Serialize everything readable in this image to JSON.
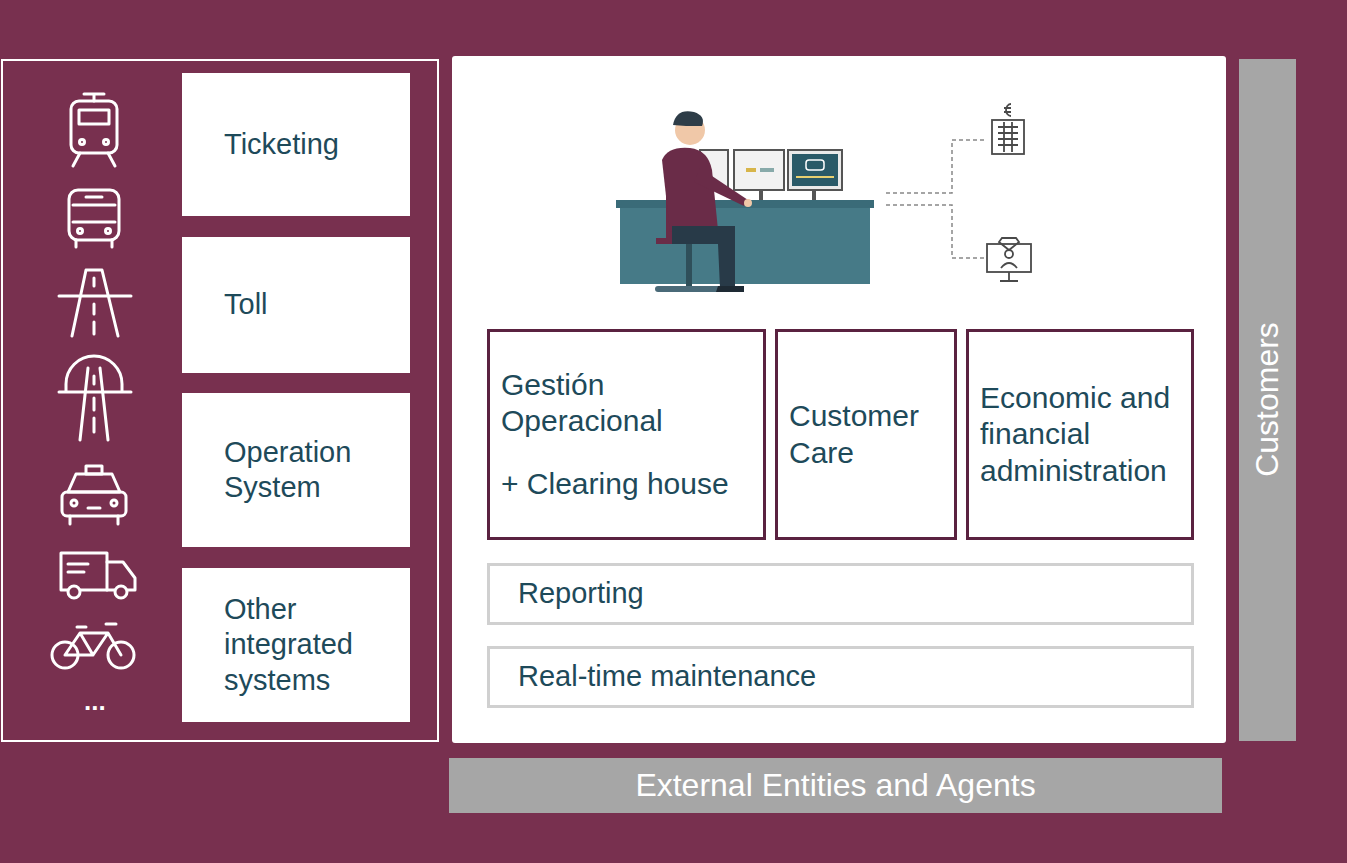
{
  "diagram": {
    "nodes": [
      {
        "text": [
          "Ticketing"
        ]
      },
      {
        "text": [
          "Toll"
        ]
      },
      {
        "text": [
          "Operation System"
        ]
      },
      {
        "text": [
          "Other integrated systems"
        ]
      },
      {
        "text": [
          "Gestión Operacional",
          "+ Clearing house"
        ]
      },
      {
        "text": [
          "Customer Care"
        ]
      },
      {
        "text": [
          "Economic and financial administration"
        ]
      },
      {
        "text": [
          "Reporting"
        ]
      },
      {
        "text": [
          "Real-time maintenance"
        ]
      },
      {
        "text": [
          "Customers"
        ]
      },
      {
        "text": [
          "External Entities and Agents"
        ]
      }
    ],
    "labels": [
      "..."
    ]
  }
}
